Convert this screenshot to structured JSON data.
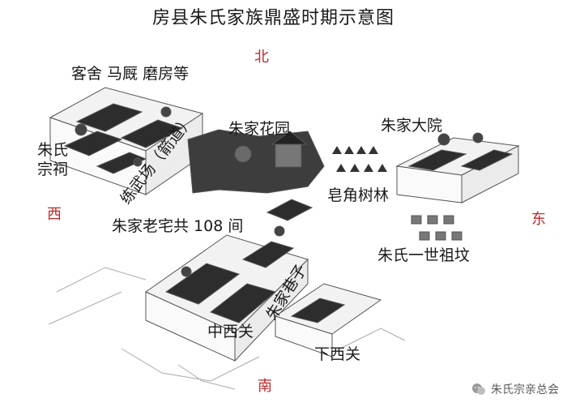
{
  "title": "房县朱氏家族鼎盛时期示意图",
  "directions": {
    "north": "北",
    "south": "南",
    "west": "西",
    "east": "东"
  },
  "labels": {
    "guest_stable_mill": "客舍 马厩 磨房等",
    "ancestral_hall_line1": "朱氏",
    "ancestral_hall_line2": "宗祠",
    "training_ground": "练武场（箭道）",
    "garden": "朱家花园",
    "big_courtyard": "朱家大院",
    "locust_forest": "皂角树林",
    "old_house": "朱家老宅共 108 间",
    "first_ancestor_tombs": "朱氏一世祖坟",
    "alley": "朱家巷子",
    "middle_west_gate": "中西关",
    "lower_west_gate": "下西关"
  },
  "watermark": {
    "text": "朱氏宗亲总会",
    "icon": "wechat-icon"
  },
  "colors": {
    "direction_red": "#c0282b",
    "ink": "#1a1a1a",
    "line": "#555555",
    "roof": "#2d2d2d"
  }
}
